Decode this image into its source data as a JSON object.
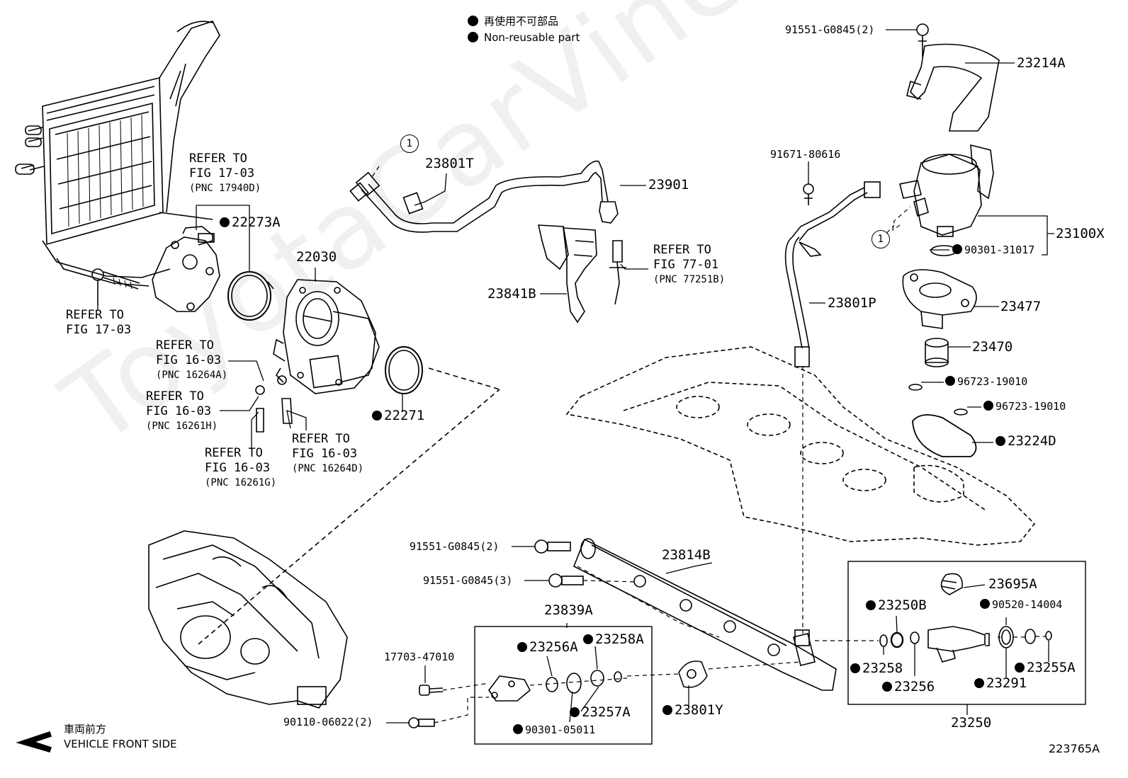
{
  "legend": {
    "line1": "再使用不可部品",
    "line2": "Non-reusable part"
  },
  "watermark": "ToyotaCarVine.ru",
  "figure_id": "223765A",
  "front": {
    "jp": "車両前方",
    "en": "VEHICLE FRONT SIDE"
  },
  "callout_marker": "1",
  "labels": {
    "p23214A": "23214A",
    "p91551_top": "91551-G0845(2)",
    "p91671": "91671-80616",
    "p23100X": "23100X",
    "p90301_31017": "90301-31017",
    "p23477": "23477",
    "p23470": "23470",
    "p96723_a": "96723-19010",
    "p96723_b": "96723-19010",
    "p23224D": "23224D",
    "p23801T": "23801T",
    "p23901": "23901",
    "p23841B": "23841B",
    "p23801P": "23801P",
    "p22273A": "22273A",
    "p22030": "22030",
    "p22271": "22271",
    "p23814B": "23814B",
    "p91551_mid": "91551-G0845(2)",
    "p91551_low": "91551-G0845(3)",
    "p23839A": "23839A",
    "p23256A": "23256A",
    "p23258A": "23258A",
    "p23257A": "23257A",
    "p90301_05011": "90301-05011",
    "p17703": "17703-47010",
    "p90110": "90110-06022(2)",
    "p23801Y": "23801Y",
    "p23695A": "23695A",
    "p23250B": "23250B",
    "p90520": "90520-14004",
    "p23258": "23258",
    "p23256": "23256",
    "p23291": "23291",
    "p23255A": "23255A",
    "p23250": "23250"
  },
  "refs": {
    "r1": {
      "l1": "REFER TO",
      "l2": "FIG 17-03",
      "l3": "(PNC 17940D)"
    },
    "r2": {
      "l1": "REFER TO",
      "l2": "FIG 17-03"
    },
    "r3": {
      "l1": "REFER TO",
      "l2": "FIG 16-03",
      "l3": "(PNC 16264A)"
    },
    "r4": {
      "l1": "REFER TO",
      "l2": "FIG 16-03",
      "l3": "(PNC 16261H)"
    },
    "r5": {
      "l1": "REFER TO",
      "l2": "FIG 16-03",
      "l3": "(PNC 16261G)"
    },
    "r6": {
      "l1": "REFER TO",
      "l2": "FIG 16-03",
      "l3": "(PNC 16264D)"
    },
    "r7": {
      "l1": "REFER TO",
      "l2": "FIG 77-01",
      "l3": "(PNC 77251B)"
    }
  }
}
